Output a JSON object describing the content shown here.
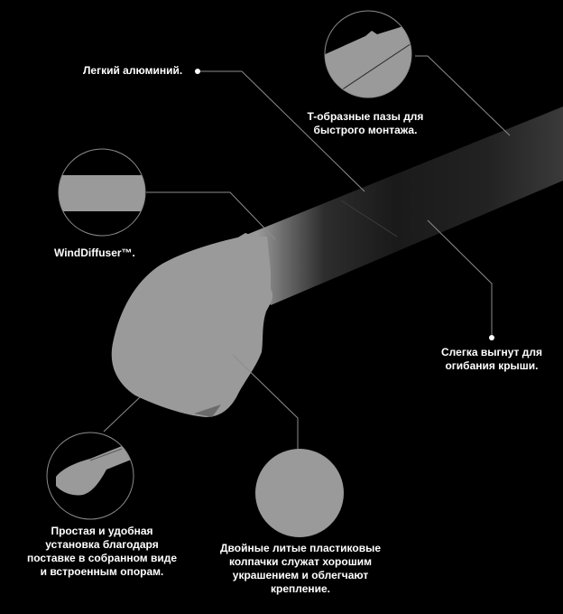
{
  "callouts": {
    "aluminum": "Легкий алюминий.",
    "t_slots": "T-образные пазы для\nбыстрого монтажа.",
    "winddiffuser": "WindDiffuser™.",
    "curved": "Слегка выгнут для\nогибания крыши.",
    "installation": "Простая и удобная\nустановка благодаря\nпоставке в собранном виде\nи встроенным опорам.",
    "caps": "Двойные литые пластиковые\nколпачки служат хорошим\nукрашением и облегчают\nкрепление."
  },
  "colors": {
    "background": "#000000",
    "product_gray": "#9a9a9a",
    "lines": "#8c8c8c",
    "text": "#ffffff"
  }
}
